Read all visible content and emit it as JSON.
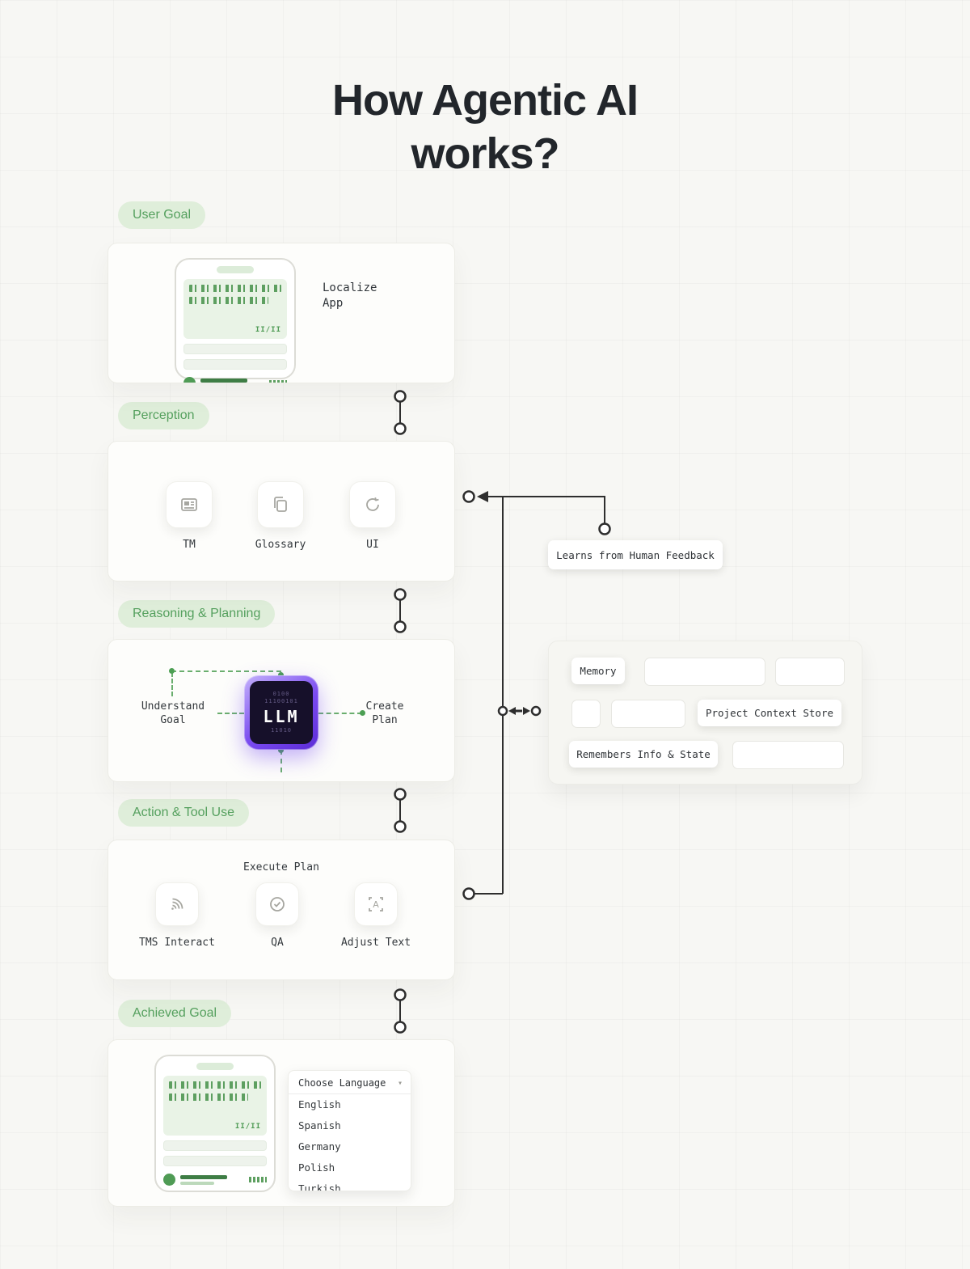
{
  "title": {
    "line1": "How Agentic AI",
    "line2": "works?"
  },
  "pills": {
    "user_goal": "User Goal",
    "perception": "Perception",
    "reasoning": "Reasoning & Planning",
    "action": "Action & Tool Use",
    "achieved": "Achieved Goal"
  },
  "user_goal_card": {
    "label_line1": "Localize",
    "label_line2": "App",
    "phone_stat": "II/II"
  },
  "perception_card": {
    "items": [
      {
        "label": "TM",
        "icon": "newspaper-icon"
      },
      {
        "label": "Glossary",
        "icon": "book-icon"
      },
      {
        "label": "UI",
        "icon": "circular-arrow-icon"
      }
    ]
  },
  "reasoning_card": {
    "left_label_line1": "Understand",
    "left_label_line2": "Goal",
    "right_label_line1": "Create",
    "right_label_line2": "Plan",
    "chip": {
      "bits_top1": "0100",
      "bits_top2": "11100101",
      "label": "LLM",
      "bits_bottom": "11010"
    }
  },
  "action_card": {
    "title": "Execute Plan",
    "items": [
      {
        "label": "TMS Interact",
        "icon": "signal-icon"
      },
      {
        "label": "QA",
        "icon": "check-circle-icon"
      },
      {
        "label": "Adjust Text",
        "icon": "text-select-icon"
      }
    ]
  },
  "achieved_card": {
    "phone_stat": "II/II",
    "dropdown": {
      "label": "Choose Language",
      "options": [
        "English",
        "Spanish",
        "Germany",
        "Polish",
        "Turkish"
      ]
    }
  },
  "feedback_box": {
    "label": "Learns from Human Feedback"
  },
  "memory_card": {
    "memory_label": "Memory",
    "context_label": "Project Context Store",
    "state_label": "Remembers Info & State"
  },
  "colors": {
    "accent_green": "#55a05e",
    "pill_bg": "#dfeeda",
    "chip_purple": "#7a4bf0",
    "connector": "#2e2e2e"
  }
}
